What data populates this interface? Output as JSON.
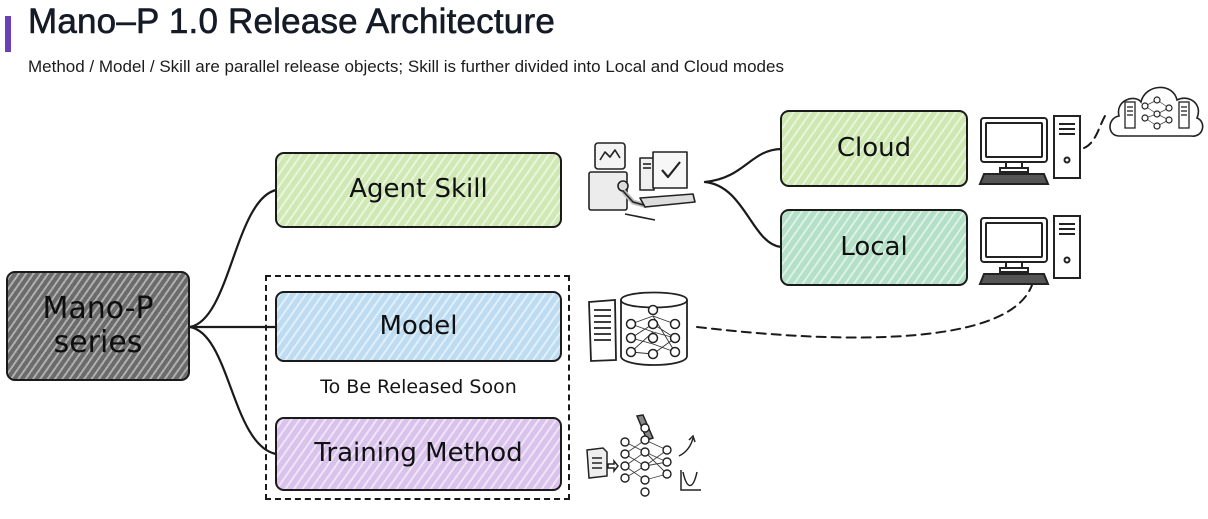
{
  "header": {
    "title": "Mano–P 1.0 Release Architecture",
    "subtitle": "Method / Model / Skill are parallel release objects; Skill is further divided into Local and Cloud modes",
    "accent_color": "#6a3fb8"
  },
  "diagram": {
    "root": {
      "label_line1": "Mano-P",
      "label_line2": "series",
      "color": "#6b6b6b"
    },
    "branches": {
      "agent_skill": {
        "label": "Agent Skill",
        "color": "#cfe8b4",
        "icon": "robot-computer-icon"
      },
      "model": {
        "label": "Model",
        "color": "#bddcf2",
        "icon": "neural-network-database-icon"
      },
      "training_method": {
        "label": "Training Method",
        "color": "#d9c3ec",
        "icon": "neural-network-training-icon"
      }
    },
    "pending_group_note": "To Be Released Soon",
    "skill_modes": {
      "cloud": {
        "label": "Cloud",
        "color": "#cde8b0",
        "icon": "desktop-computer-icon",
        "remote_icon": "cloud-neural-server-icon"
      },
      "local": {
        "label": "Local",
        "color": "#b3e0c6",
        "icon": "desktop-computer-icon"
      }
    }
  }
}
